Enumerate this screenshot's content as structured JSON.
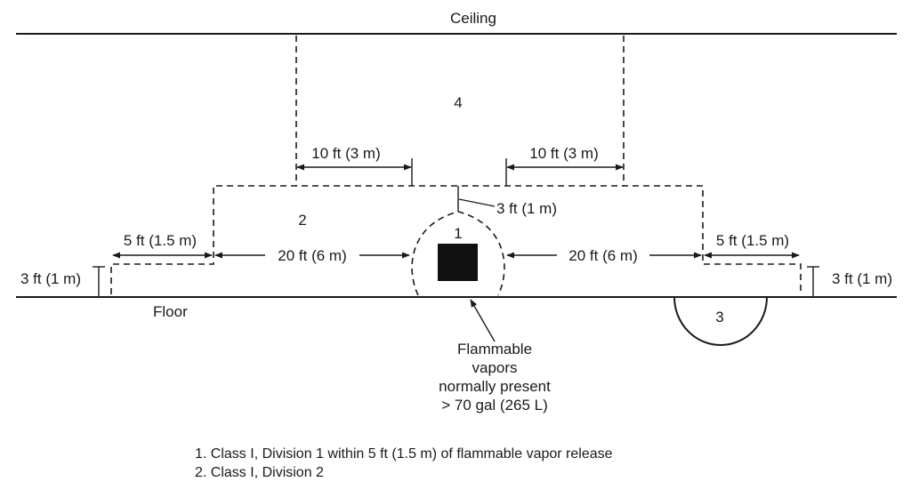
{
  "diagram": {
    "ceiling_label": "Ceiling",
    "floor_label": "Floor",
    "zones": {
      "z1": "1",
      "z2": "2",
      "z3": "3",
      "z4": "4"
    },
    "dimensions": {
      "upper_left": "10 ft (3 m)",
      "upper_right": "10 ft (3 m)",
      "vertical_gap": "3 ft (1 m)",
      "side_left": "5 ft (1.5 m)",
      "side_right": "5 ft (1.5 m)",
      "mid_left": "20 ft (6 m)",
      "mid_right": "20 ft (6 m)",
      "height_left": "3 ft (1 m)",
      "height_right": "3 ft (1 m)"
    },
    "source_note": {
      "line1": "Flammable",
      "line2": "vapors",
      "line3": "normally present",
      "line4": "> 70 gal (265 L)"
    },
    "legend": {
      "item1": "1. Class I, Division 1 within 5 ft (1.5 m) of flammable vapor release",
      "item2": "2. Class I, Division 2"
    }
  }
}
